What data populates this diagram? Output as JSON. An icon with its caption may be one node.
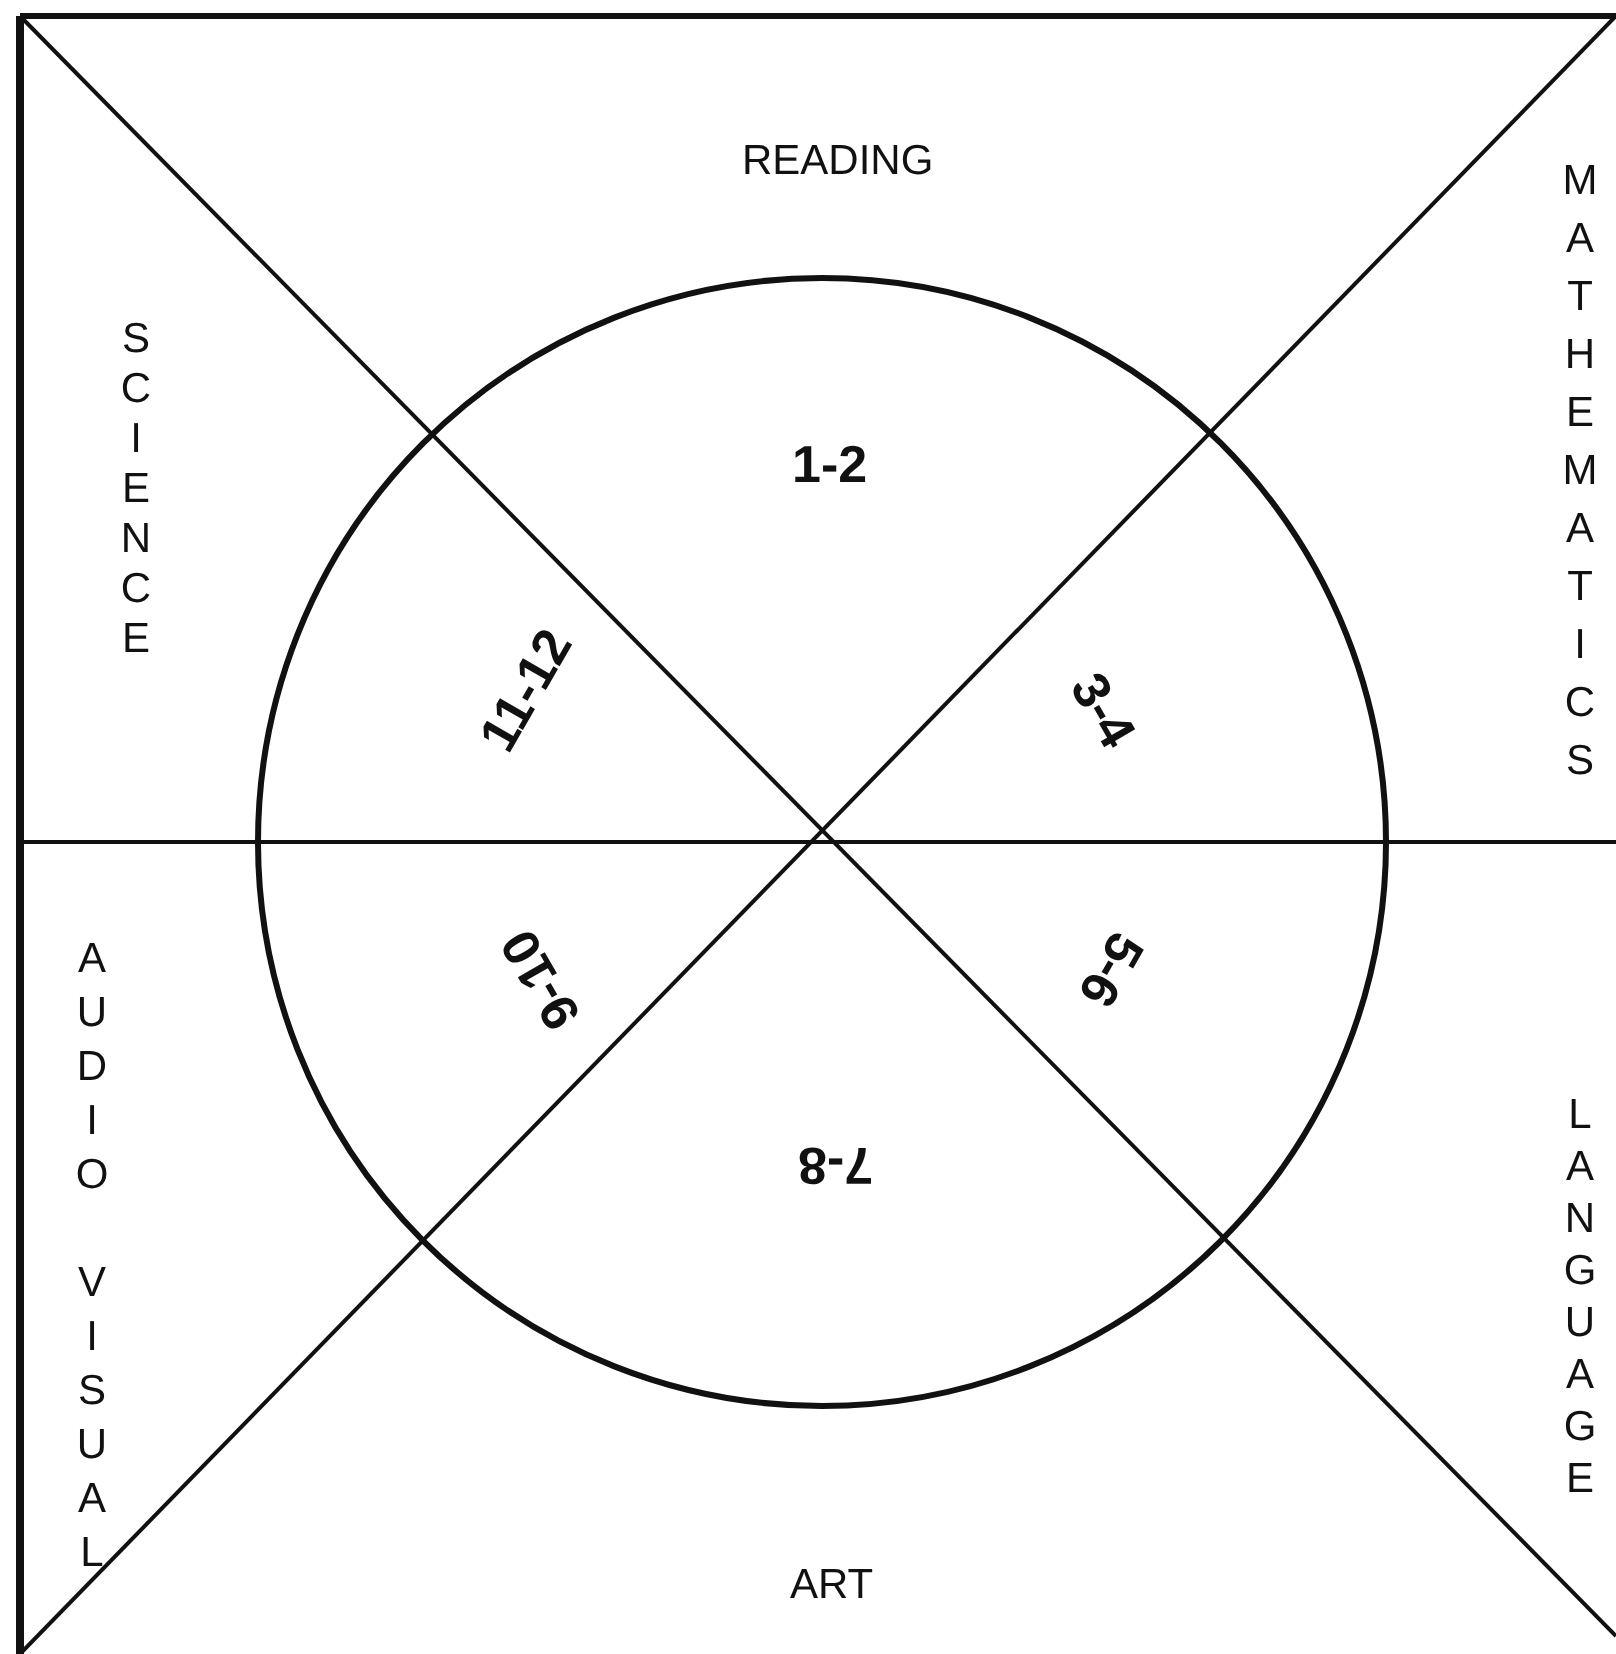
{
  "diagram": {
    "labels": [
      "READING",
      "SCIENCE",
      "MATHEMATICS",
      "1-2",
      "11-12",
      "3-4",
      "9-10",
      "5-6",
      "AUDIO VISUAL",
      "LANGUAGE",
      "7-8",
      "ART"
    ]
  }
}
